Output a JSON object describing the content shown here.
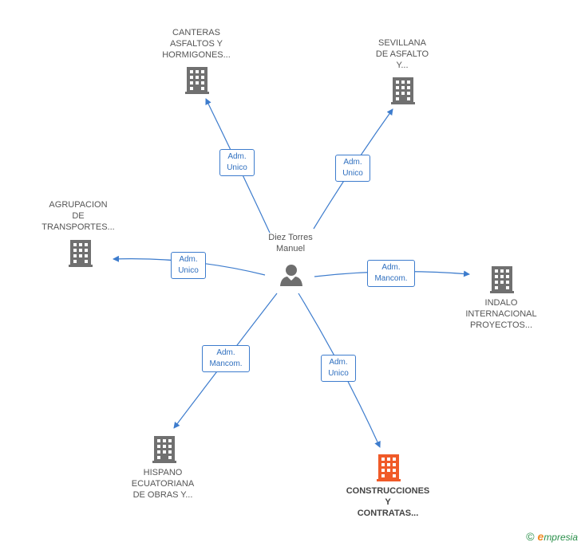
{
  "center": {
    "name_lines": [
      "Diez Torres",
      "Manuel"
    ],
    "icon": "person-icon"
  },
  "companies": [
    {
      "id": "canteras",
      "lines": [
        "CANTERAS",
        "ASFALTOS Y",
        "HORMIGONES..."
      ],
      "icon": "building-icon",
      "highlight": false
    },
    {
      "id": "sevillana",
      "lines": [
        "SEVILLANA",
        "DE ASFALTO",
        "Y..."
      ],
      "icon": "building-icon",
      "highlight": false
    },
    {
      "id": "agrupacion",
      "lines": [
        "AGRUPACION",
        "DE",
        "TRANSPORTES..."
      ],
      "icon": "building-icon",
      "highlight": false
    },
    {
      "id": "indalo",
      "lines": [
        "INDALO",
        "INTERNACIONAL",
        "PROYECTOS..."
      ],
      "icon": "building-icon",
      "highlight": false
    },
    {
      "id": "hispano",
      "lines": [
        "HISPANO",
        "ECUATORIANA",
        "DE OBRAS Y..."
      ],
      "icon": "building-icon",
      "highlight": false
    },
    {
      "id": "construcciones",
      "lines": [
        "CONSTRUCCIONES",
        "Y",
        "CONTRATAS..."
      ],
      "icon": "building-icon",
      "highlight": true
    }
  ],
  "relations": [
    {
      "to": "canteras",
      "lines": [
        "Adm.",
        "Unico"
      ]
    },
    {
      "to": "sevillana",
      "lines": [
        "Adm.",
        "Unico"
      ]
    },
    {
      "to": "agrupacion",
      "lines": [
        "Adm.",
        "Unico"
      ]
    },
    {
      "to": "indalo",
      "lines": [
        "Adm.",
        "Mancom."
      ]
    },
    {
      "to": "hispano",
      "lines": [
        "Adm.",
        "Mancom."
      ]
    },
    {
      "to": "construcciones",
      "lines": [
        "Adm.",
        "Unico"
      ]
    }
  ],
  "footer": {
    "copyright": "©",
    "brand_first": "e",
    "brand_rest": "mpresia"
  },
  "colors": {
    "edge": "#3d7ccd",
    "building": "#707070",
    "building_highlight": "#f05a28",
    "person": "#6e6e6e"
  }
}
